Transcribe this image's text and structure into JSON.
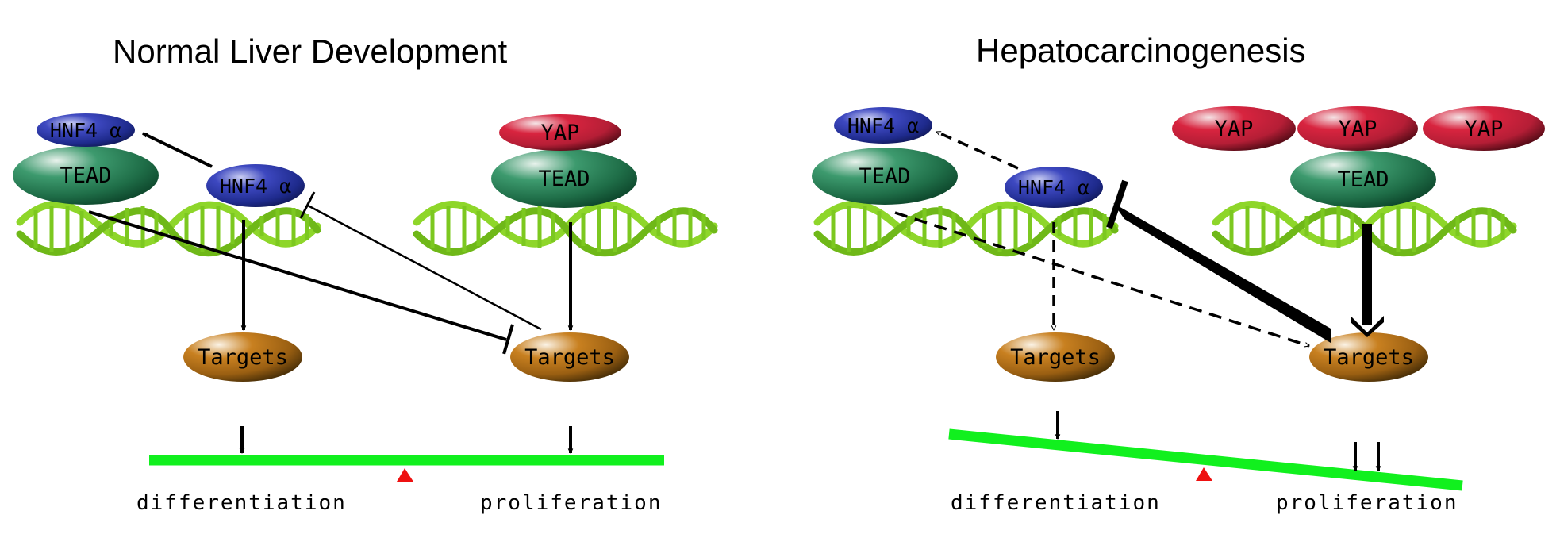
{
  "panels": {
    "normal": {
      "title": "Normal Liver Development",
      "hnf4a_bound_label": "HNF4 α",
      "tead_left_label": "TEAD",
      "hnf4a_free_label": "HNF4 α",
      "yap_label": "YAP",
      "tead_right_label": "TEAD",
      "targets_left_label": "Targets",
      "targets_right_label": "Targets",
      "outcome_left": "differentiation",
      "outcome_right": "proliferation",
      "balance_state": "level"
    },
    "hcc": {
      "title": "Hepatocarcinogenesis",
      "hnf4a_bound_label": "HNF4 α",
      "tead_left_label": "TEAD",
      "hnf4a_free_label": "HNF4 α",
      "yap_labels": [
        "YAP",
        "YAP",
        "YAP"
      ],
      "tead_right_label": "TEAD",
      "targets_left_label": "Targets",
      "targets_right_label": "Targets",
      "outcome_left": "differentiation",
      "outcome_right": "proliferation",
      "balance_state": "tilted toward proliferation",
      "proliferation_arrow_count": 2,
      "differentiation_arrow_count": 1
    }
  },
  "colors": {
    "hnf4a": "#2a35a8",
    "tead": "#2e8a5e",
    "yap": "#c8203a",
    "targets": "#b8730f",
    "dna": "#8ed62a",
    "balance_bar": "#11f01e",
    "fulcrum": "#ee1111"
  },
  "legend_semantics": {
    "solid_arrow": "activation",
    "dashed_arrow": "weakened activation",
    "flat_bar": "inhibition"
  }
}
